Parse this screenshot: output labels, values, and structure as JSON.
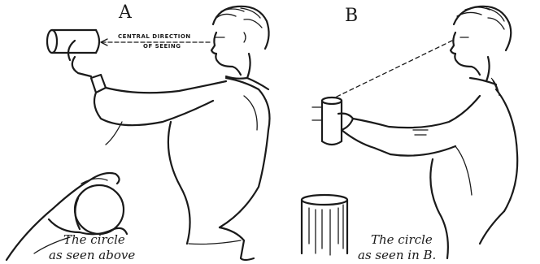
{
  "figure_a": {
    "label": "A",
    "arrow_label_line1": "CENTRAL DIRECTION",
    "arrow_label_line2": "OF SEEING",
    "caption_line1": "The circle",
    "caption_line2": "as seen above"
  },
  "figure_b": {
    "label": "B",
    "caption_line1": "The circle",
    "caption_line2": "as seen in B."
  }
}
